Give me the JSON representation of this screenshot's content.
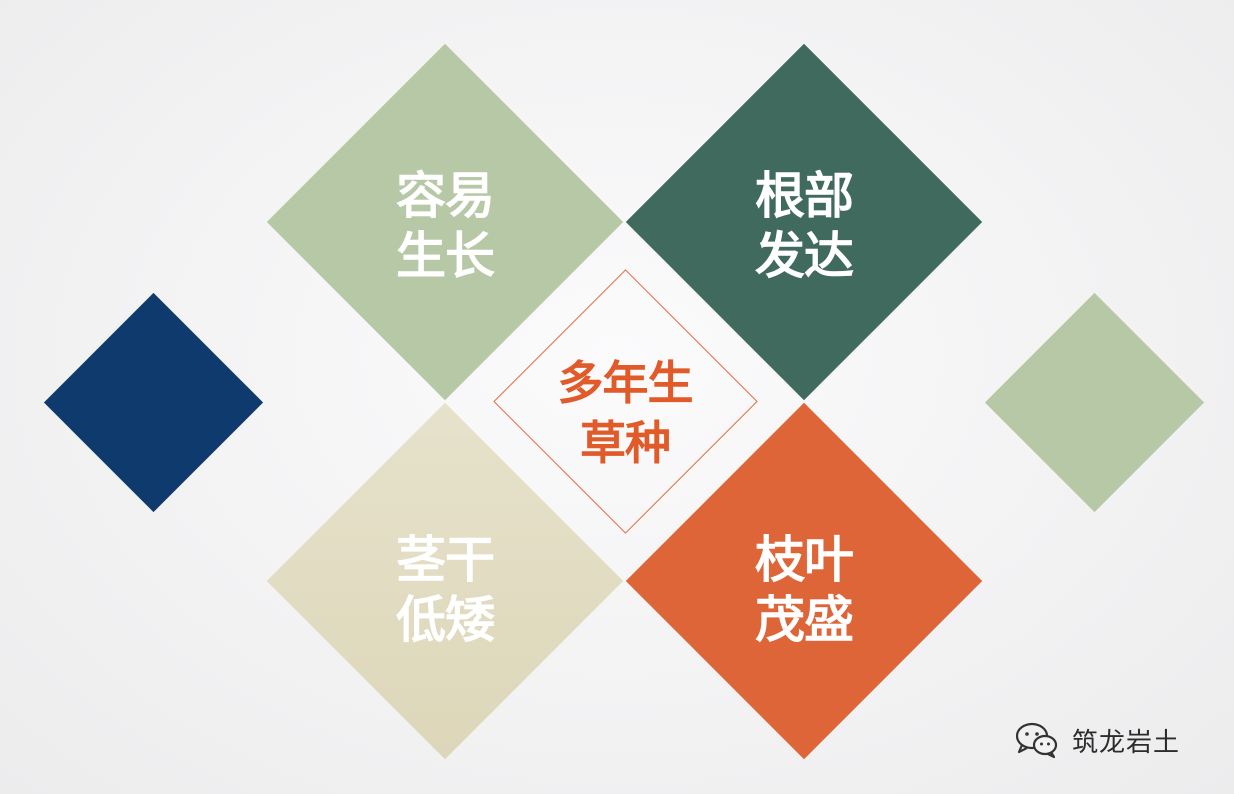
{
  "diagram": {
    "center": {
      "lines": [
        "多年生",
        "草种"
      ],
      "color": "#e05a2a"
    },
    "petals": [
      {
        "id": "top-left",
        "lines": [
          "容易",
          "生长"
        ],
        "color": "#b7c8a6"
      },
      {
        "id": "top-right",
        "lines": [
          "根部",
          "发达"
        ],
        "color": "#406a5e"
      },
      {
        "id": "bottom-left",
        "lines": [
          "茎干",
          "低矮"
        ],
        "color": "#e2ddc3"
      },
      {
        "id": "bottom-right",
        "lines": [
          "枝叶",
          "茂盛"
        ],
        "color": "#de6538"
      }
    ],
    "side_diamonds": {
      "left_color": "#0f3a6d",
      "right_color": "#b7c8a6"
    }
  },
  "watermark": {
    "icon": "wechat-icon",
    "text": "筑龙岩土"
  }
}
